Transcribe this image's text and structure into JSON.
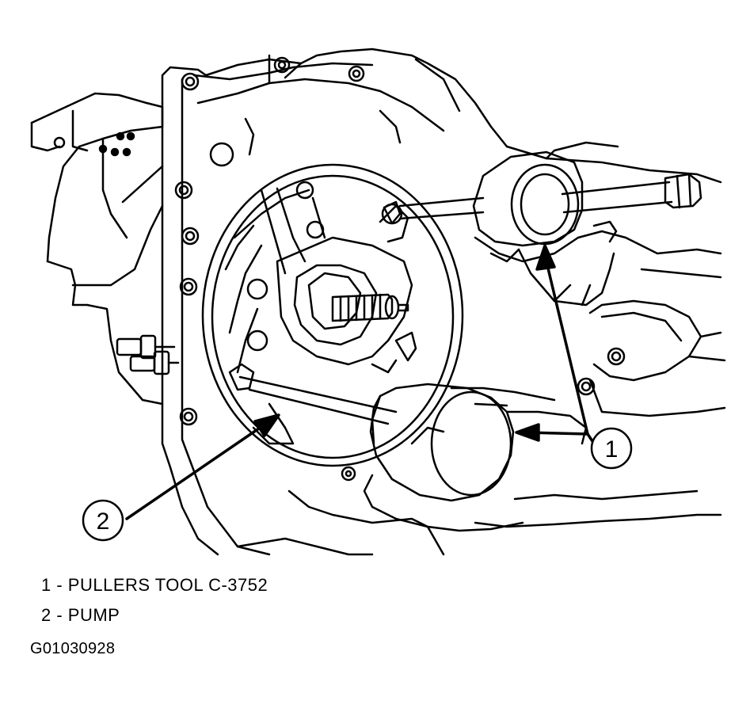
{
  "legend": [
    {
      "number": "1",
      "text": "1 - PULLERS TOOL C-3752"
    },
    {
      "number": "2",
      "text": "2 - PUMP"
    }
  ],
  "callouts": {
    "one": "1",
    "two": "2"
  },
  "figure_id": "G01030928",
  "colors": {
    "line": "#000000",
    "background": "#ffffff"
  }
}
